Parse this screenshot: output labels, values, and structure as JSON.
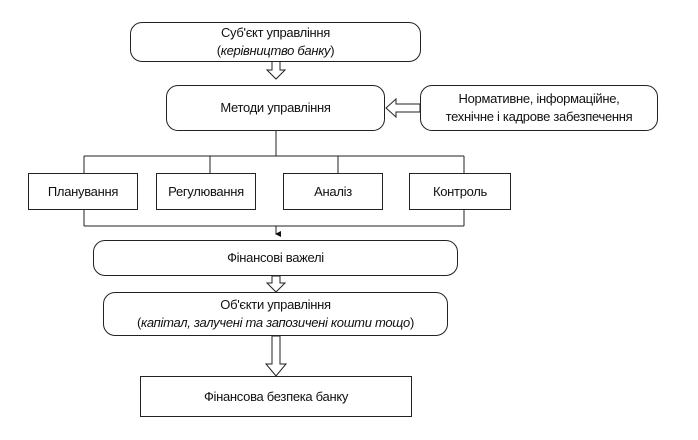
{
  "subject": {
    "title": "Суб'єкт управління",
    "note": "керівництво банку"
  },
  "methods": {
    "title": "Методи управління"
  },
  "support": {
    "line1": "Нормативне, інформаційне,",
    "line2": "технічне і кадрове забезпечення"
  },
  "functions": [
    "Планування",
    "Регулювання",
    "Аналіз",
    "Контроль"
  ],
  "levers": {
    "title": "Фінансові важелі"
  },
  "objects": {
    "title": "Об'єкти управління",
    "note": "капітал, залучені та запозичені кошти тощо"
  },
  "result": {
    "title": "Фінансова безпека банку"
  }
}
